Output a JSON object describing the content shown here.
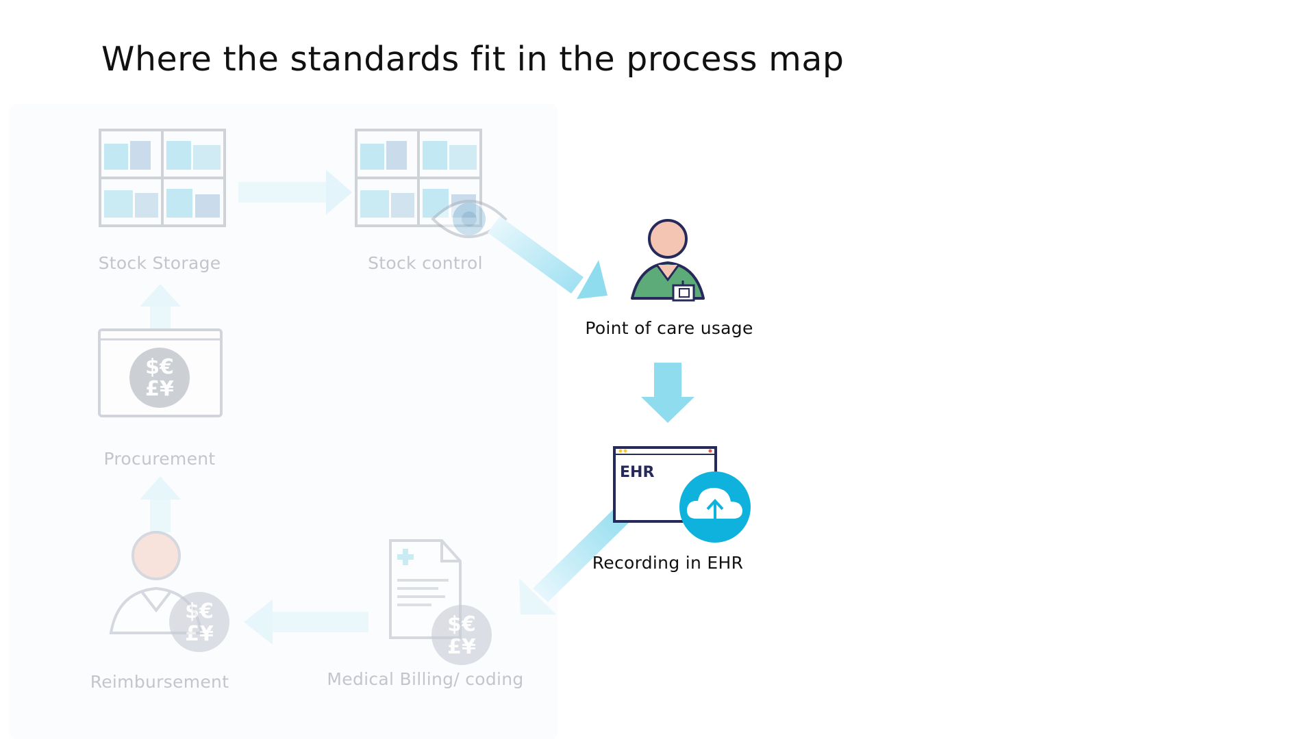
{
  "title": "Where the standards fit in the process map",
  "steps": [
    {
      "id": "stock_storage",
      "label": "Stock Storage",
      "state": "faded"
    },
    {
      "id": "stock_control",
      "label": "Stock control",
      "state": "faded"
    },
    {
      "id": "point_of_care",
      "label": "Point of care usage",
      "state": "active"
    },
    {
      "id": "recording_ehr",
      "label": "Recording in EHR",
      "state": "active"
    },
    {
      "id": "medical_billing",
      "label": "Medical Billing/ coding",
      "state": "faded"
    },
    {
      "id": "reimbursement",
      "label": "Reimbursement",
      "state": "faded"
    },
    {
      "id": "procurement",
      "label": "Procurement",
      "state": "faded"
    }
  ],
  "ehr_window": {
    "label": "EHR"
  },
  "currency_badge": {
    "line1": "$€",
    "line2": "£¥"
  },
  "colors": {
    "arrow": "#8fdcef",
    "cloud": "#0fb2dd",
    "navy": "#262a5b",
    "skin": "#f5c5b4",
    "shirt": "#5cab78",
    "faded_text": "#c2c5cc",
    "faded_badge": "#dcdfe5"
  }
}
